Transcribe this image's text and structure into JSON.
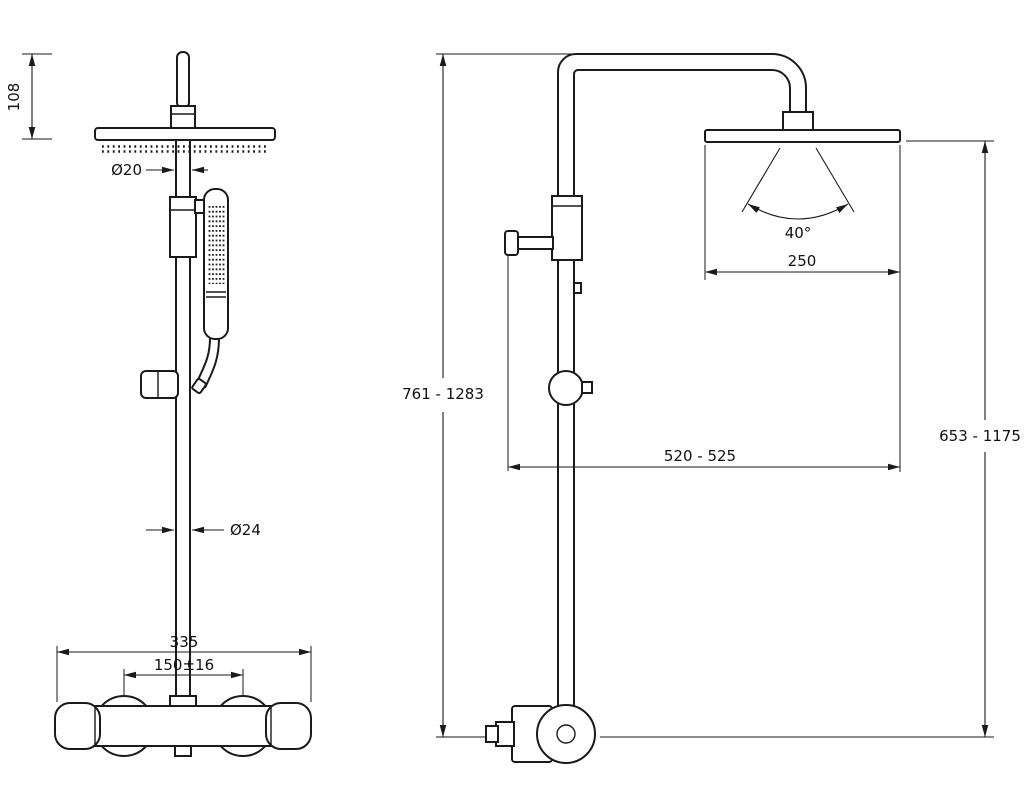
{
  "drawing": {
    "background": "#ffffff",
    "line_color": "#1a1a1a",
    "dims": {
      "head_drop": "108",
      "upper_pipe_dia": "Ø20",
      "lower_pipe_dia": "Ø24",
      "valve_width": "335",
      "inlet_centers": "150±16",
      "overall_height": "761 - 1283",
      "head_height": "653 - 1175",
      "spray_angle": "40°",
      "head_width": "250",
      "wall_reach": "520 - 525"
    }
  }
}
